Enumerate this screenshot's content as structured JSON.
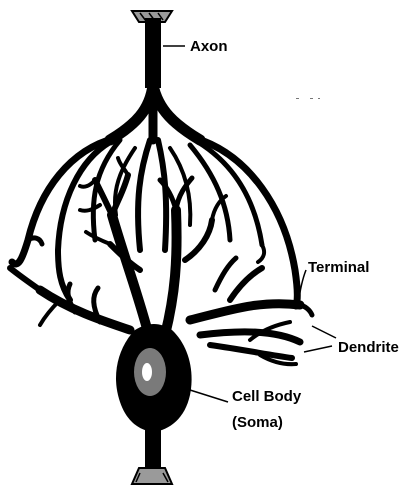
{
  "labels": {
    "axon": "Axon",
    "terminal": "Terminal",
    "dendrite": "Dendrite",
    "cell_body": "Cell Body",
    "soma": "(Soma)"
  },
  "colors": {
    "ink": "#000000",
    "nucleus": "#7a7a7a",
    "nucleolus": "#ffffff",
    "axon_cap": "#9a9a9a",
    "background": "#ffffff"
  }
}
